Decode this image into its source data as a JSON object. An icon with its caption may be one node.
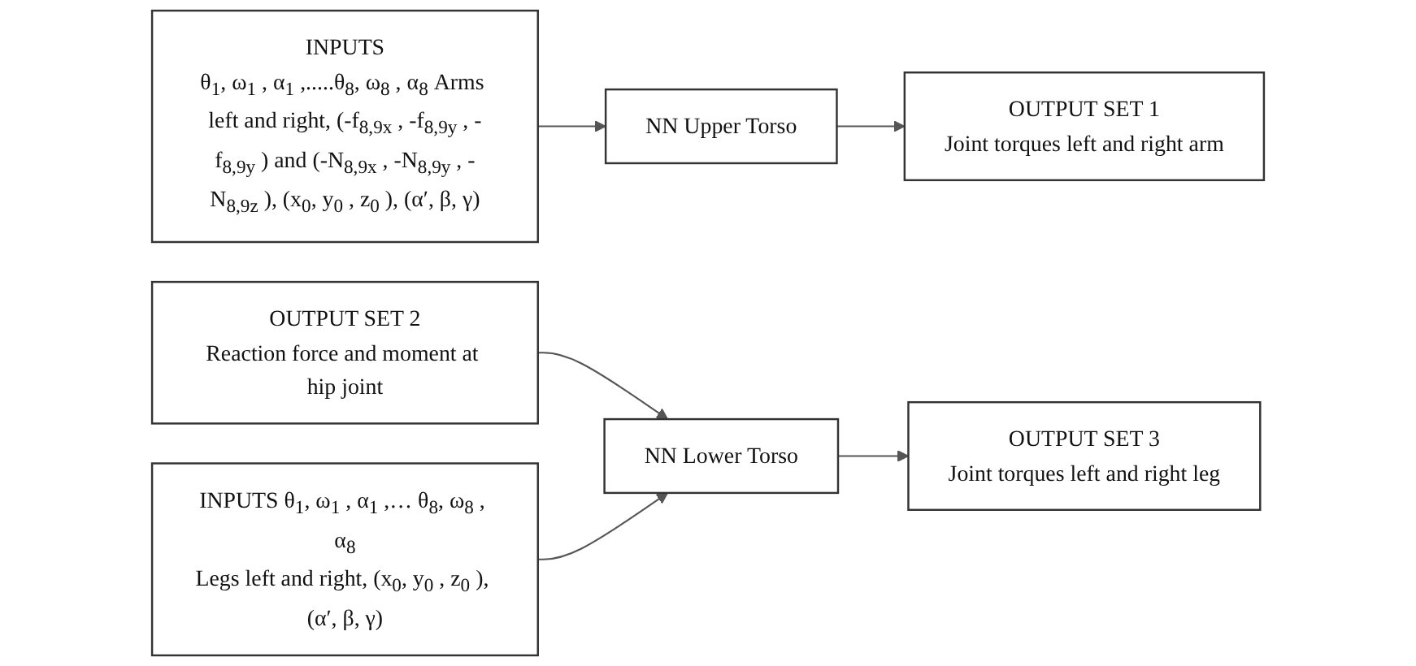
{
  "diagram": {
    "nodes": [
      {
        "text": [
          "INPUTS",
          "θ$_{1}$, ω$_{1}$ , α$_{1}$ ,.....θ$_{8}$, ω$_{8}$ , α$_{8}$ Arms left and right, (-f$_{8,9x}$ , -f$_{8,9y}$ , -f$_{8,9y}$ ) and (-N$_{8,9x}$ , -N$_{8,9y}$ , -N$_{8,9z}$ ), (x$_{0}$, y$_{0}$ , z$_{0}$ ), (α′, β, γ)"
        ]
      },
      {
        "text": [
          "NN Upper Torso"
        ]
      },
      {
        "text": [
          "OUTPUT SET 1",
          "Joint torques left and right arm"
        ]
      },
      {
        "text": [
          "OUTPUT SET 2",
          "Reaction force and moment at hip joint"
        ]
      },
      {
        "text": [
          "OUTPUT SET 3",
          "Joint torques left and right leg"
        ]
      },
      {
        "text": [
          "NN Lower Torso"
        ]
      },
      {
        "text": [
          "INPUTS θ$_{1}$, ω$_{1}$ , α$_{1}$ ,… θ$_{8}$, ω$_{8}$ , α$_{8}$",
          "Legs left and right, (x$_{0}$, y$_{0}$ , z$_{0}$ ), (α′, β, γ)"
        ]
      }
    ],
    "edges": [
      {
        "from": 0,
        "to": 1,
        "arrow": "to"
      },
      {
        "from": 1,
        "to": 2,
        "arrow": "to"
      },
      {
        "from": 3,
        "to": 5,
        "arrow": "to"
      },
      {
        "from": 6,
        "to": 5,
        "arrow": "to"
      },
      {
        "from": 5,
        "to": 4,
        "arrow": "to"
      }
    ]
  }
}
